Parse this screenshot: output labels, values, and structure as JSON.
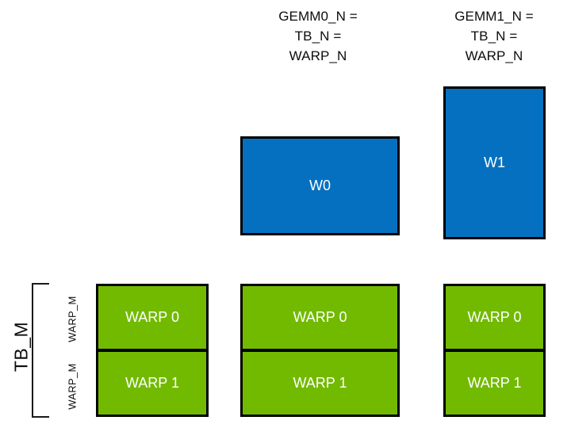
{
  "diagram": {
    "title_hidden": "GEMM warp tiling layout",
    "colors": {
      "blue": "#0570C0",
      "green": "#72BA00",
      "outline": "#000000",
      "text_on_fill": "#FFFFFF",
      "background": "#FFFFFF"
    },
    "column_headers": [
      {
        "id": "gemm0",
        "text": "GEMM0_N =\nTB_N =\nWARP_N"
      },
      {
        "id": "gemm1",
        "text": "GEMM1_N =\nTB_N =\nWARP_N"
      }
    ],
    "blue_tiles": [
      {
        "id": "w0",
        "label": "W0"
      },
      {
        "id": "w1",
        "label": "W1"
      }
    ],
    "green_columns": [
      {
        "id": "col0",
        "cells": [
          {
            "label": "WARP 0"
          },
          {
            "label": "WARP 1"
          }
        ]
      },
      {
        "id": "col1",
        "cells": [
          {
            "label": "WARP 0"
          },
          {
            "label": "WARP 1"
          }
        ]
      },
      {
        "id": "col2",
        "cells": [
          {
            "label": "WARP 0"
          },
          {
            "label": "WARP 1"
          }
        ]
      }
    ],
    "left_axis": {
      "tb_m_label": "TB_M",
      "warp_m_labels": [
        "WARP_M",
        "WARP_M"
      ]
    }
  }
}
